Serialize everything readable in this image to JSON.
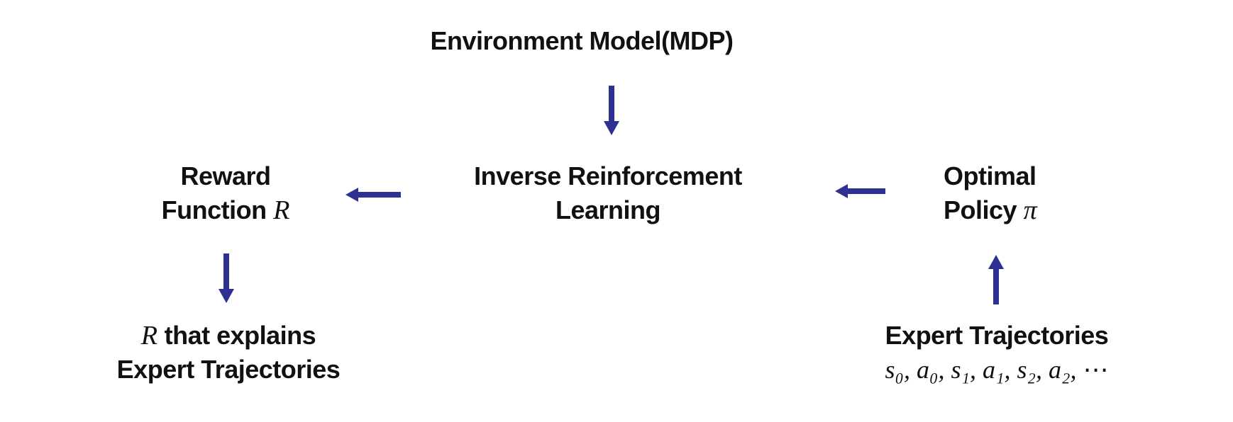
{
  "diagram": {
    "title": "Inverse Reinforcement Learning concept diagram",
    "arrow_color": "#2e3192",
    "text_color": "#111111",
    "background": "#ffffff"
  },
  "nodes": {
    "environment_model": {
      "label": "Environment Model(MDP)"
    },
    "irl": {
      "line1": "Inverse Reinforcement",
      "line2": "Learning"
    },
    "reward_function": {
      "line1": "Reward",
      "line2_prefix": "Function ",
      "line2_math": "R"
    },
    "optimal_policy": {
      "line1": "Optimal",
      "line2_prefix": "Policy ",
      "line2_math": "π"
    },
    "r_explains": {
      "line1_math": "R",
      "line1_suffix": " that explains",
      "line2": "Expert Trajectories"
    },
    "expert_trajectories": {
      "line1": "Expert Trajectories",
      "line2_math": "s₀, a₀, s₁, a₁, s₂, a₂, ⋯"
    }
  },
  "arrows": [
    {
      "name": "env-model-to-irl",
      "direction": "down"
    },
    {
      "name": "irl-to-reward-function",
      "direction": "left"
    },
    {
      "name": "optimal-policy-to-irl",
      "direction": "left"
    },
    {
      "name": "reward-function-to-r-explains",
      "direction": "down"
    },
    {
      "name": "expert-trajectories-to-optimal-policy",
      "direction": "up"
    }
  ]
}
